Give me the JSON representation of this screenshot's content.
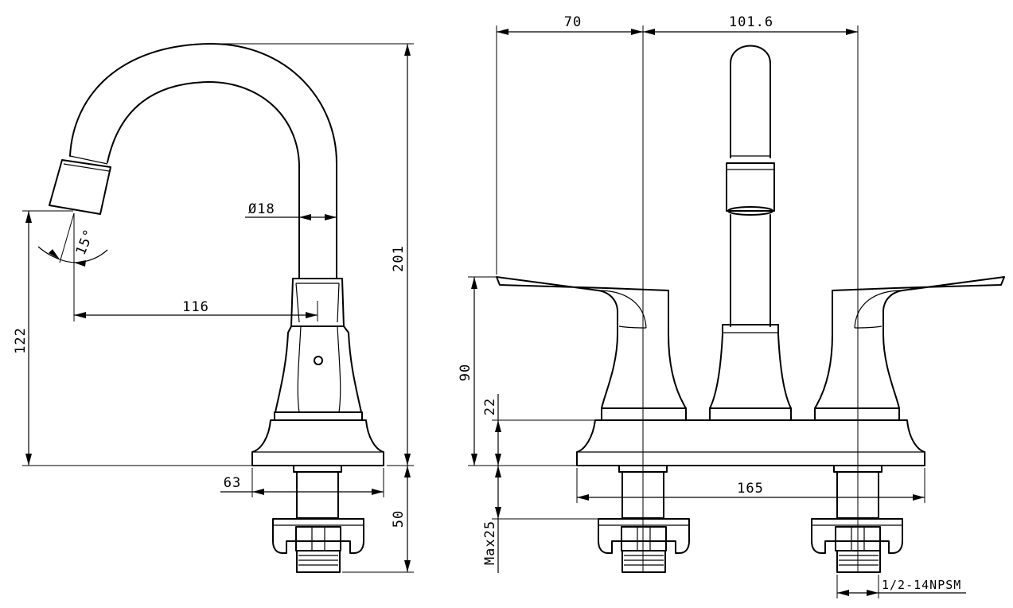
{
  "side_view": {
    "height_overall": "201",
    "spout_height": "122",
    "spout_reach": "116",
    "spout_diameter": "Ø18",
    "spout_angle": "15°",
    "base_width": "63",
    "shank_length": "50"
  },
  "front_view": {
    "handle_offset": "70",
    "handle_centers": "101.6",
    "handle_height": "90",
    "base_height": "22",
    "base_width": "165",
    "max_deck": "Max25",
    "thread": "1/2-14NPSM"
  }
}
